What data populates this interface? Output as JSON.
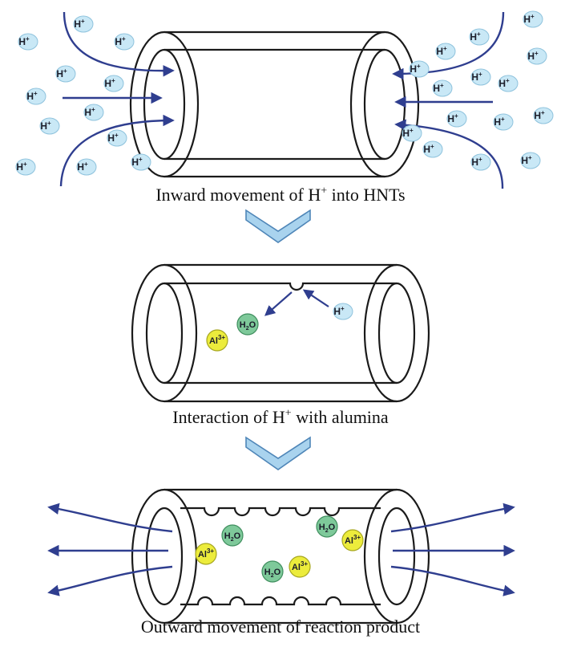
{
  "stages": [
    {
      "caption_before": "Inward movement of H",
      "caption_sup": "+",
      "caption_after": " into HNTs"
    },
    {
      "caption_before": "Interaction of H",
      "caption_sup": "+",
      "caption_after": " with alumina"
    },
    {
      "caption_before": "Outward movement of reaction product",
      "caption_sup": "",
      "caption_after": ""
    }
  ],
  "ions": {
    "proton": {
      "symbol": "H",
      "charge": "+",
      "fill": "#c9e8f6",
      "stroke": "#8fc3dd"
    },
    "water": {
      "symbol": "H",
      "subscript": "2",
      "tail": "O",
      "fill": "#7ec99a",
      "stroke": "#3f8e5e"
    },
    "aluminium": {
      "symbol": "Al",
      "charge": "3+",
      "fill": "#ecec3c",
      "stroke": "#a6a61f"
    }
  },
  "colors": {
    "arrow": "#2f3e8f",
    "outline": "#1a1a1a",
    "chevron_fill": "#a9d3ee",
    "chevron_stroke": "#4f86b8"
  }
}
